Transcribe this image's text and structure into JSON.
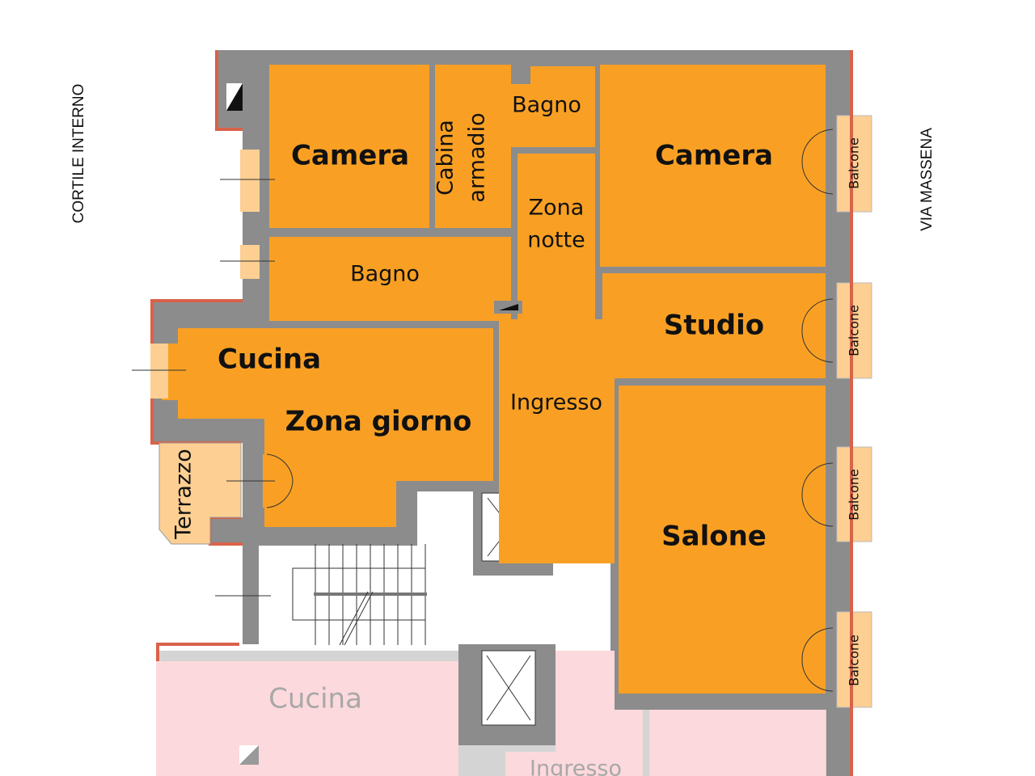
{
  "colors": {
    "unit": "#F9A024",
    "wall": "#8C8C8C",
    "exterior": "#D9624A",
    "balcony": "#FDCF92",
    "other_unit": "#FCD9DC",
    "other_wall": "#D4D4D4"
  },
  "streets": {
    "left": "CORTILE INTERNO",
    "right": "VIA MASSENA"
  },
  "rooms": {
    "camera_1": "Camera",
    "cabina_1": "Cabina",
    "cabina_2": "armadio",
    "bagno_1": "Bagno",
    "camera_2": "Camera",
    "zona_notte_1": "Zona",
    "zona_notte_2": "notte",
    "bagno_2": "Bagno",
    "studio": "Studio",
    "cucina": "Cucina",
    "zona_giorno": "Zona giorno",
    "ingresso": "Ingresso",
    "salone": "Salone",
    "terrazzo": "Terrazzo"
  },
  "balconies": [
    "Balcone",
    "Balcone",
    "Balcone",
    "Balcone"
  ],
  "lower_unit": {
    "cucina": "Cucina",
    "ingresso": "Ingresso"
  }
}
